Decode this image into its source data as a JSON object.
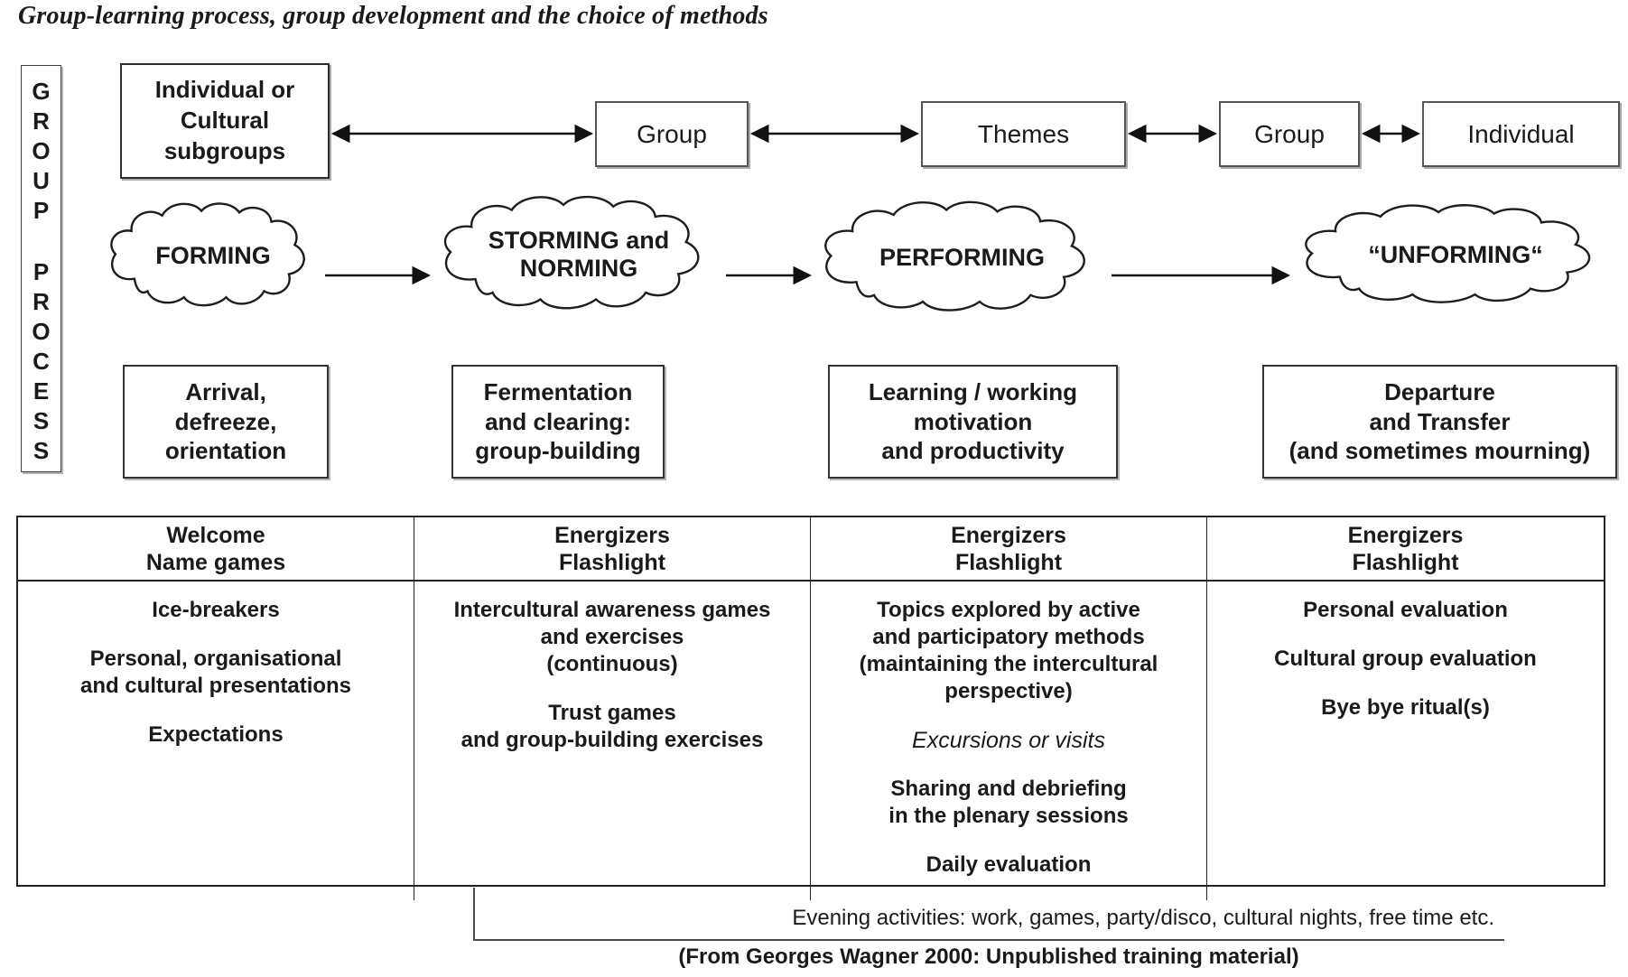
{
  "title": "Group-learning process, group development and the choice of methods",
  "group_process": {
    "word1": "GROUP",
    "word2": "PROCESS"
  },
  "top_row": {
    "box1": "Individual or\nCultural\nsubgroups",
    "box2": "Group",
    "box3": "Themes",
    "box4": "Group",
    "box5": "Individual"
  },
  "clouds": {
    "cloud1": "FORMING",
    "cloud2": "STORMING and\nNORMING",
    "cloud3": "PERFORMING",
    "cloud4": "“UNFORMING“"
  },
  "stages": {
    "stage1": "Arrival,\ndefreeze,\norientation",
    "stage2": "Fermentation\nand clearing:\ngroup-building",
    "stage3": "Learning / working\nmotivation\nand productivity",
    "stage4": "Departure\nand Transfer\n(and sometimes mourning)"
  },
  "methods_table": {
    "columns": [
      {
        "header": "Welcome\nName games",
        "items": [
          "Ice-breakers",
          "Personal, organisational\nand cultural presentations",
          "Expectations"
        ]
      },
      {
        "header": "Energizers\nFlashlight",
        "items": [
          "Intercultural awareness games\nand exercises\n(continuous)",
          "Trust games\nand group-building exercises"
        ]
      },
      {
        "header": "Energizers\nFlashlight",
        "items": [
          "Topics explored by active\nand participatory methods\n(maintaining the intercultural\nperspective)",
          "Excursions or visits",
          "Sharing and debriefing\nin the plenary sessions",
          "Daily evaluation"
        ]
      },
      {
        "header": "Energizers\nFlashlight",
        "items": [
          "Personal evaluation",
          "Cultural group evaluation",
          "Bye bye ritual(s)"
        ]
      }
    ]
  },
  "footer": {
    "evening_activities": "Evening activities: work, games, party/disco, cultural nights, free time  etc.",
    "source": "(From Georges Wagner 2000: Unpublished training material)"
  },
  "colors": {
    "ink": "#1a1a1a",
    "line": "#222222"
  }
}
